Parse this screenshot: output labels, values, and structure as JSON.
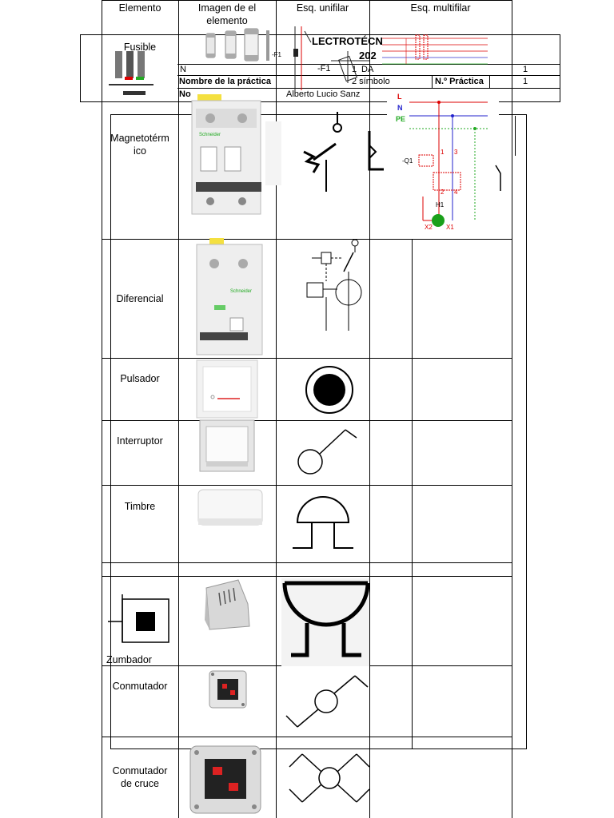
{
  "table": {
    "headers": [
      "Elemento",
      "Imagen de el elemento",
      "Esq. unifilar",
      "Esq. multifilar"
    ],
    "rows": [
      {
        "label": "Fusible"
      },
      {
        "label": "Magnetotérm ico"
      },
      {
        "label": "Diferencial"
      },
      {
        "label": "Pulsador"
      },
      {
        "label": "Interruptor"
      },
      {
        "label": "Timbre"
      },
      {
        "label": "Zumbador"
      },
      {
        "label": "Conmutador"
      },
      {
        "label": "Conmutador de cruce"
      }
    ]
  },
  "background_doc": {
    "title_fragment": "LECTROTÉCN",
    "year_fragment": "202",
    "row1_left": "N",
    "row1_mid": "1",
    "row1_right_fragment": "DA",
    "row1_value": "1",
    "row2_label": "Nombre de la práctica",
    "row2_mid": "2 símbolo",
    "row2_right_label": "N.º Práctica",
    "row2_value": "1",
    "row3_left": "No",
    "row3_mid": "Alberto Lucio Sanz",
    "label_f1": "-F1",
    "label_f1_small": "-F1"
  },
  "schematic": {
    "lines": [
      "L",
      "N",
      "PE"
    ],
    "labels": [
      "-Q1",
      "1",
      "3",
      "2",
      "4",
      "H1",
      "X2",
      "X1"
    ]
  }
}
